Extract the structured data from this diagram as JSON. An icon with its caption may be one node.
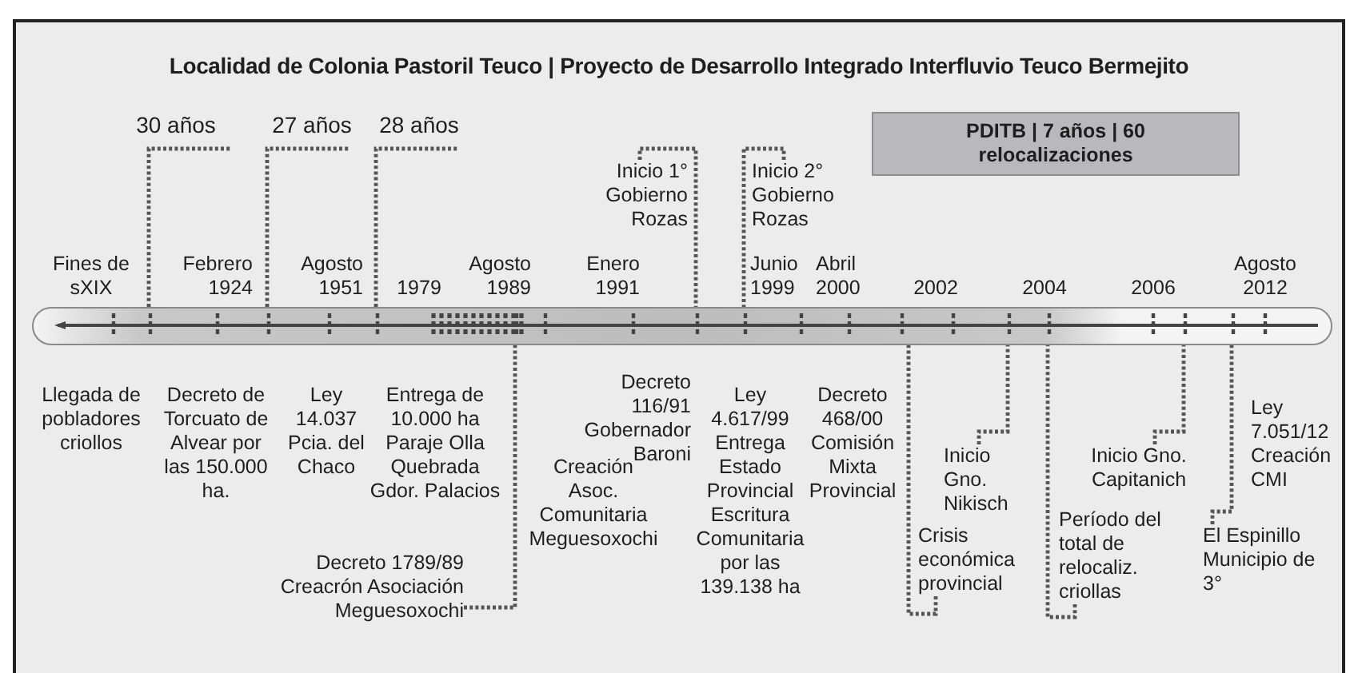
{
  "diagram": {
    "title": "Localidad de Colonia Pastoril Teuco | Proyecto de Desarrollo Integrado Interfluvio Teuco Bermejito",
    "nodes": [
      {
        "text": [],
        "shape": "bar"
      },
      {
        "text": [
          "PDITB | 7 años | 60 relocalizaciones"
        ]
      },
      {
        "text": [
          "Inicio 1° Gobierno Rozas"
        ]
      },
      {
        "text": [
          "Inicio 2° Gobierno Rozas"
        ]
      },
      {
        "text": [
          "Decreto 1789/89 Creacrón Asociación Meguesoxochi"
        ]
      },
      {
        "text": [
          "Crisis económica provincial"
        ]
      },
      {
        "text": [
          "Inicio Gno. Nikisch"
        ]
      },
      {
        "text": [
          "Período del total de relocaliz. criollas"
        ]
      },
      {
        "text": [
          "Inicio Gno. Capitanich"
        ]
      },
      {
        "text": [
          "El Espinillo Municipio de 3°"
        ]
      }
    ],
    "edges": [
      {
        "from": 2,
        "to": 0,
        "arrow": "none",
        "style": "dashed"
      },
      {
        "from": 3,
        "to": 0,
        "arrow": "none",
        "style": "dashed"
      },
      {
        "from": 4,
        "to": 0,
        "arrow": "none",
        "style": "dashed"
      },
      {
        "from": 5,
        "to": 0,
        "arrow": "none",
        "style": "dashed"
      },
      {
        "from": 6,
        "to": 0,
        "arrow": "none",
        "style": "dashed"
      },
      {
        "from": 7,
        "to": 0,
        "arrow": "none",
        "style": "dashed"
      },
      {
        "from": 8,
        "to": 0,
        "arrow": "none",
        "style": "dashed"
      },
      {
        "from": 9,
        "to": 0,
        "arrow": "none",
        "style": "dashed"
      }
    ],
    "labels": [
      "30 años",
      "27 años",
      "28 años",
      "Fines de sXIX",
      "Febrero 1924",
      "Agosto 1951",
      "1979",
      "Agosto 1989",
      "Enero 1991",
      "Junio 1999",
      "Abril 2000",
      "2002",
      "2004",
      "2006",
      "Agosto 2012",
      "Llegada de pobladores criollos",
      "Decreto de Torcuato de Alvear por las 150.000 ha.",
      "Ley 14.037 Pcia. del Chaco",
      "Entrega de 10.000 ha Paraje Olla Quebrada Gdor. Palacios",
      "Creación Asoc. Comunitaria Meguesoxochi",
      "Decreto 116/91 Gobernador Baroni",
      "Ley 4.617/99 Entrega Estado Provincial Escritura Comunitaria por las 139.138 ha",
      "Decreto 468/00 Comisión Mixta Provincial",
      "Ley 7.051/12 Creación CMI"
    ]
  }
}
